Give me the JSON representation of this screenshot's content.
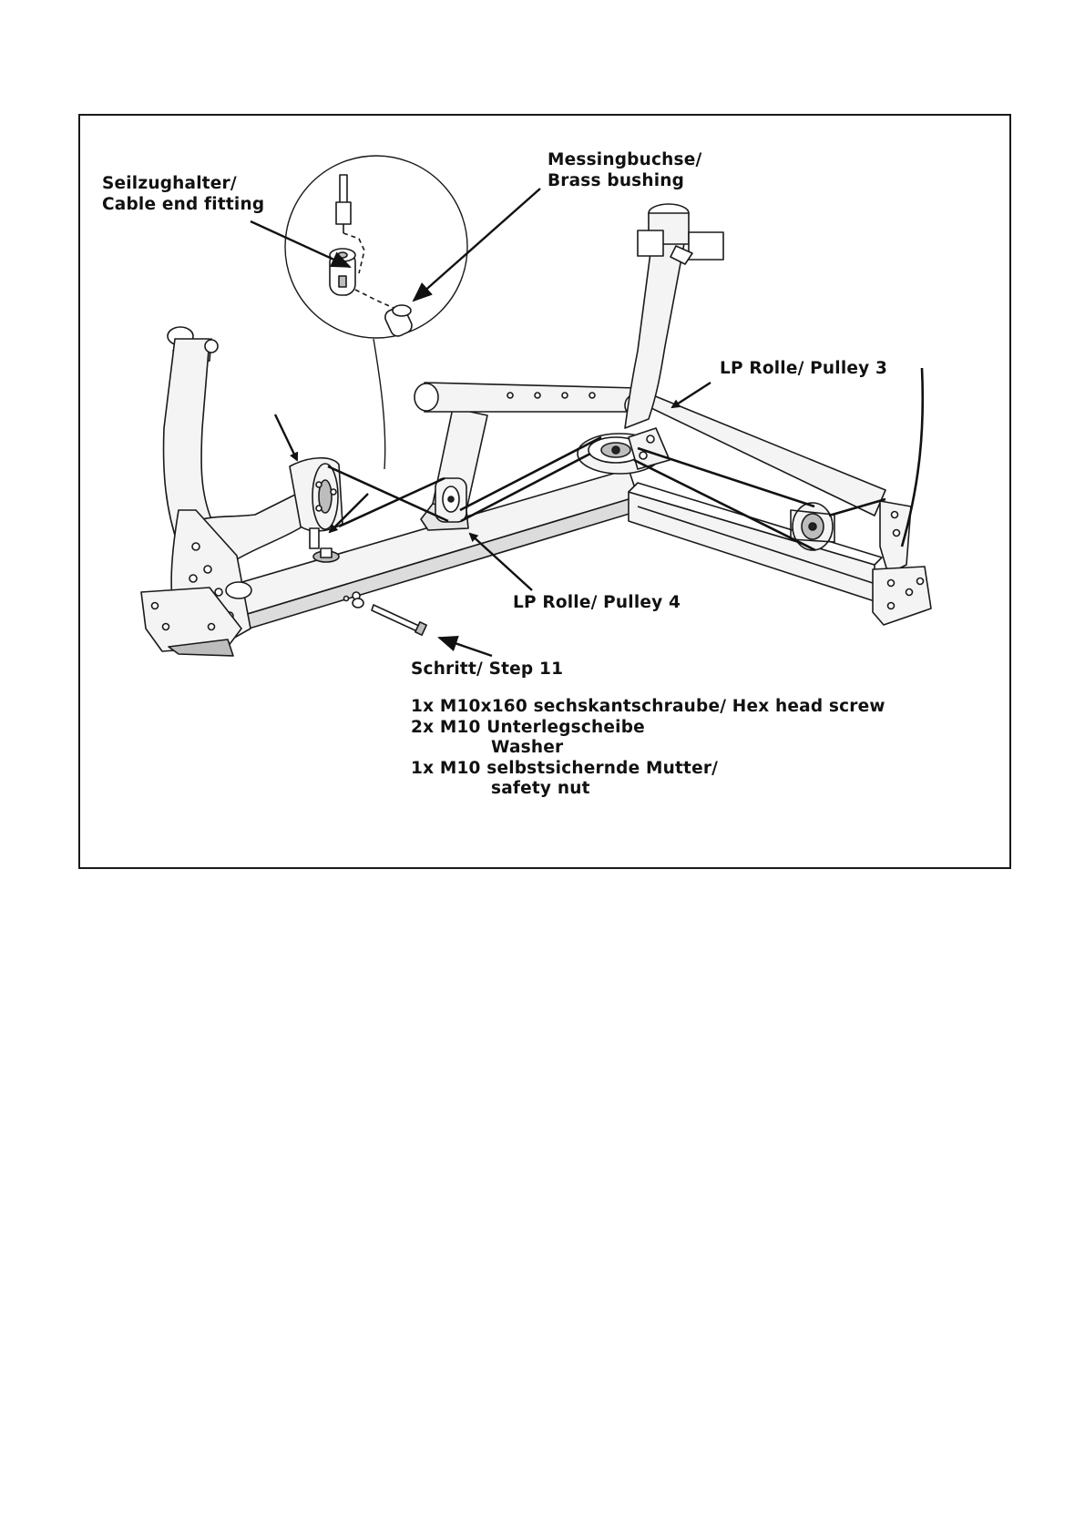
{
  "labels": {
    "cable_end": {
      "line1": "Seilzughalter/",
      "line2": "Cable end fitting"
    },
    "brass_bushing": {
      "line1": "Messingbuchse/",
      "line2": "Brass bushing"
    },
    "pulley_3": "LP Rolle/ Pulley 3",
    "pulley_4": "LP Rolle/ Pulley 4"
  },
  "step": {
    "title": "Schritt/ Step 11",
    "parts": [
      {
        "text": "1x M10x160 sechskantschraube/ Hex head screw"
      },
      {
        "text": "2x M10 Unterlegscheibe",
        "sub": "Washer"
      },
      {
        "text": "1x M10 selbstsichernde Mutter/",
        "sub": "safety nut"
      }
    ]
  },
  "colors": {
    "line": "#1a1a1a",
    "metal_fill": "#f4f4f4",
    "shade": "#bdbdbd"
  }
}
